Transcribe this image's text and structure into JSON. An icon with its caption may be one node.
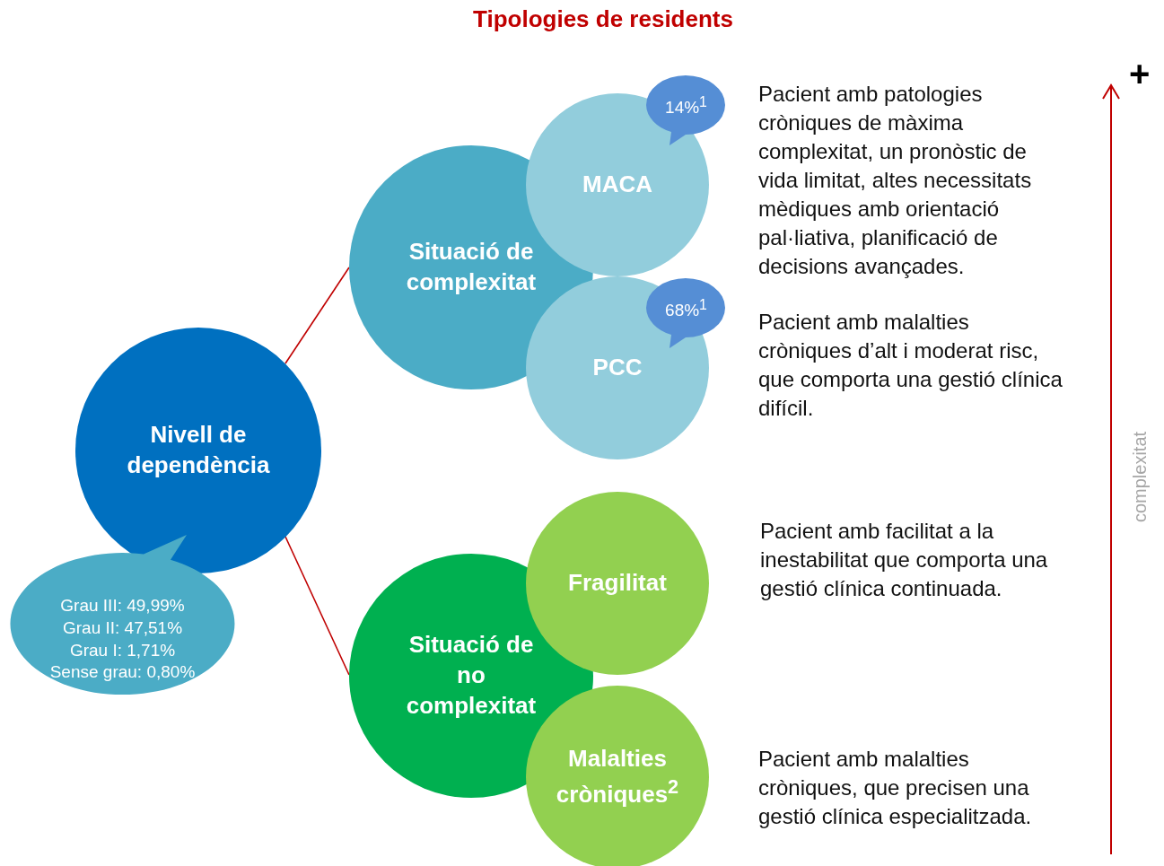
{
  "diagram": {
    "title": "Tipologies de residents",
    "nodes": [
      {
        "text": [
          "Nivell de dependència"
        ]
      },
      {
        "text": [
          "Grau III: 49,99%",
          "Grau II: 47,51%",
          "Grau I: 1,71%",
          "Sense grau: 0,80%"
        ]
      },
      {
        "text": [
          "Situació de complexitat"
        ]
      },
      {
        "text": [
          "MACA"
        ],
        "beside": [
          "Pacient amb patologies cròniques de màxima complexitat, un pronòstic de vida limitat, altes necessitats mèdiques amb orientació pal·liativa, planificació de decisions avançades."
        ]
      },
      {
        "text": [
          "14%$^{1}$"
        ]
      },
      {
        "text": [
          "PCC"
        ],
        "beside": [
          "Pacient amb malalties cròniques d’alt i moderat risc, que comporta una gestió clínica difícil."
        ]
      },
      {
        "text": [
          "68%$^{1}$"
        ]
      },
      {
        "text": [
          "Situació de no complexitat"
        ]
      },
      {
        "text": [
          "Fragilitat"
        ],
        "beside": [
          "Pacient amb facilitat a la inestabilitat que comporta una gestió clínica continuada."
        ]
      },
      {
        "text": [
          "Malalties cròniques$^{2}$"
        ],
        "beside": [
          "Pacient amb malalties cròniques, que precisen una gestió clínica especialitzada."
        ]
      }
    ],
    "edges": [
      {
        "from": 0,
        "to": 2,
        "arrow": "none"
      },
      {
        "from": 0,
        "to": 7,
        "arrow": "none"
      }
    ],
    "labels": [
      "+",
      "complexitat"
    ]
  }
}
